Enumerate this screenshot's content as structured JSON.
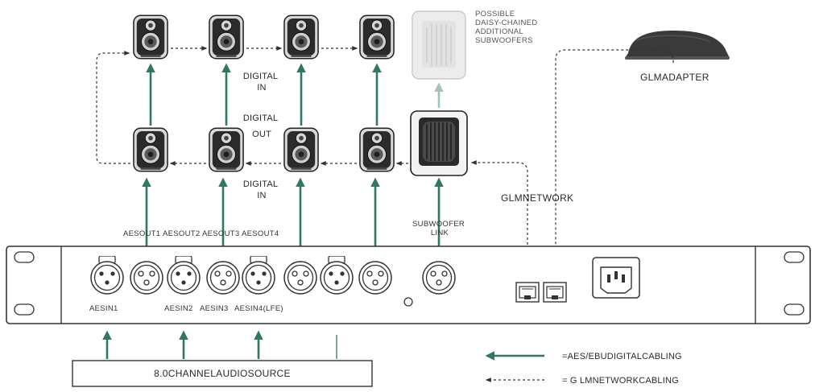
{
  "labels": {
    "digital_in_top": [
      "DIGITAL",
      "IN"
    ],
    "digital_out": [
      "DIGITAL",
      "OUT"
    ],
    "digital_in_bottom": [
      "DIGITAL",
      "IN"
    ],
    "possible_subs": [
      "POSSIBLE",
      "DAISY-CHAINED",
      "ADDITIONAL",
      "SUBWOOFERS"
    ],
    "glm_adapter": "GLMADAPTER",
    "glm_network": "GLMNETWORK",
    "subwoofer_link": [
      "SUBWOOFER",
      "LINK"
    ],
    "aes_out_1": "AESOUT1",
    "aes_out_2": "AESOUT2",
    "aes_out_3": "AESOUT3",
    "aes_out_4": "AESOUT4",
    "aes_in_1": "AESIN1",
    "aes_in_2": "AESIN2",
    "aes_in_3": "AESIN3",
    "aes_in_4": "AESIN4(LFE)",
    "audio_source": "8.0CHANNELAUDIOSOURCE"
  },
  "legend": {
    "digital": "=AES/EBUDIGITALCABLING",
    "network": "= G LMNETWORKCABLING"
  },
  "colors": {
    "digital_cable": "#2f7a5c",
    "network_cable": "#333333",
    "ghost_arrow": "#9cc8b4",
    "rack": "#333333"
  }
}
